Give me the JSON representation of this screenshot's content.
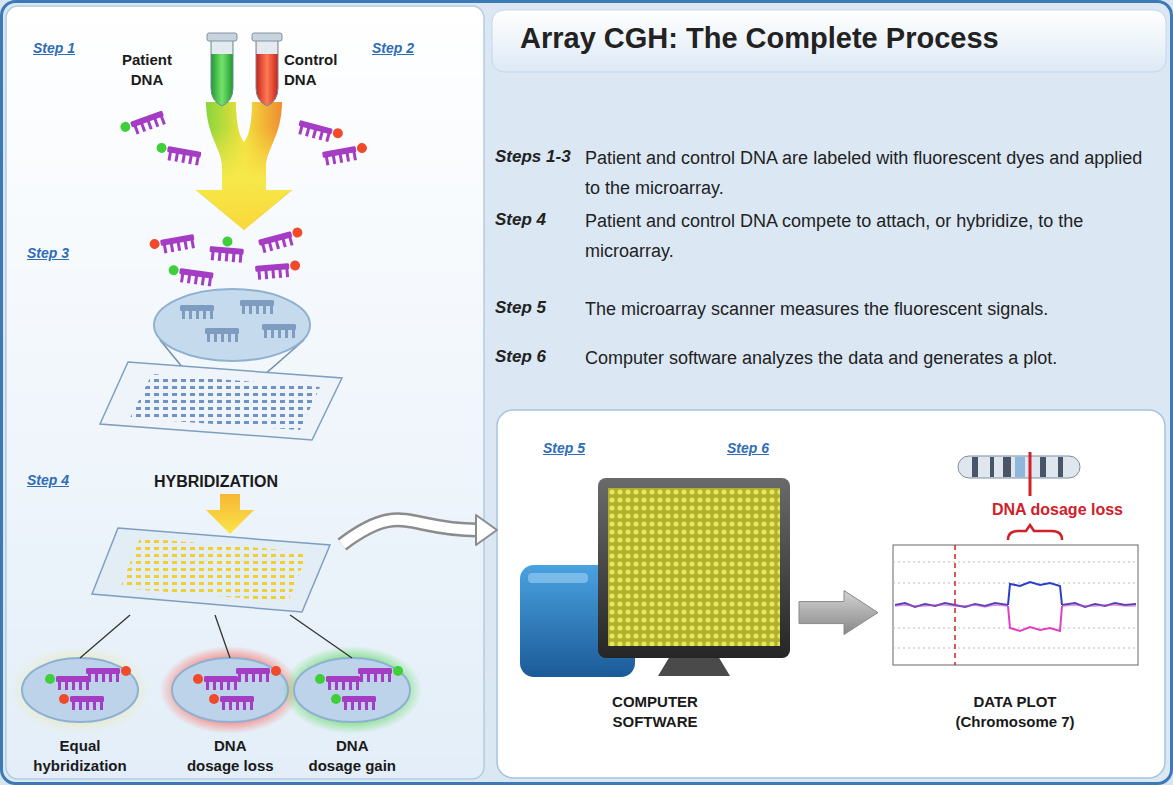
{
  "diagram": {
    "title": "Array CGH: The Complete Process",
    "nodes": [
      {
        "text": [
          "Patient DNA"
        ]
      },
      {
        "text": [
          "Control DNA"
        ]
      },
      {
        "text": [
          "HYBRIDIZATION"
        ]
      },
      {
        "text": [
          "Equal hybridization"
        ]
      },
      {
        "text": [
          "DNA dosage loss"
        ]
      },
      {
        "text": [
          "DNA dosage gain"
        ]
      },
      {
        "text": [
          "Step 5",
          "Step 6"
        ]
      },
      {
        "text": [
          "COMPUTER SOFTWARE"
        ],
        "in": 6
      },
      {
        "text": [
          "DNA dosage loss",
          "DATA PLOT (Chromosome 7)"
        ],
        "in": 6
      }
    ],
    "edges": [
      {
        "from": 2,
        "to": 3,
        "arrow": "none"
      },
      {
        "from": 2,
        "to": 4,
        "arrow": "none"
      },
      {
        "from": 2,
        "to": 5,
        "arrow": "none"
      },
      {
        "from": 2,
        "to": 6,
        "arrow": "to"
      },
      {
        "from": 7,
        "to": 8,
        "arrow": "to"
      }
    ],
    "labels": [
      "Step 1",
      "Step 2",
      "Step 3",
      "Step 4",
      "Steps 1-3",
      "Patient and control DNA are labeled with fluorescent dyes and applied to the microarray.",
      "Step 4",
      "Patient and control DNA compete to attach, or hybridize, to the microarray.",
      "Step 5",
      "The microarray scanner measures the fluorescent signals.",
      "Step 6",
      "Computer software analyzes the data and generates a plot."
    ]
  }
}
